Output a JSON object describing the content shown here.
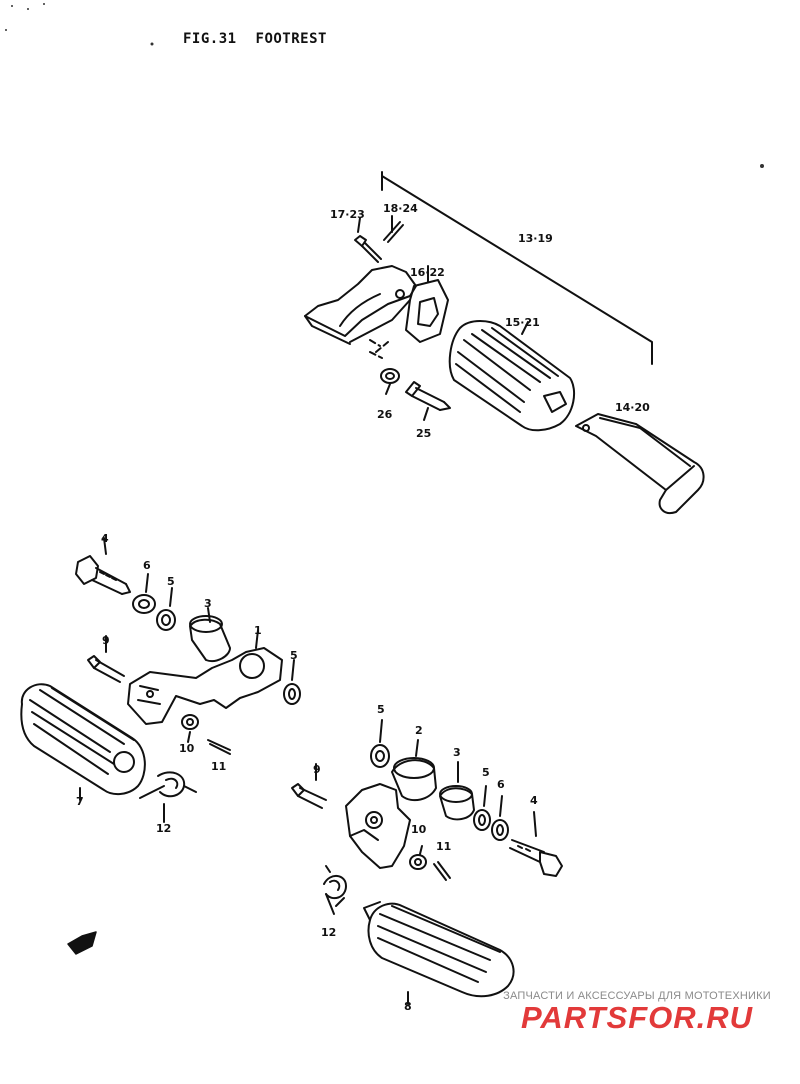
{
  "header": {
    "fig_label": "FIG.31",
    "fig_title": "FOOTREST"
  },
  "callouts": {
    "p1": "1",
    "p2": "2",
    "p3a": "3",
    "p3b": "3",
    "p4a": "4",
    "p4b": "4",
    "p5a": "5",
    "p5b": "5",
    "p5c": "5",
    "p5d": "5",
    "p6a": "6",
    "p6b": "6",
    "p7": "7",
    "p8": "8",
    "p9a": "9",
    "p9b": "9",
    "p10a": "10",
    "p10b": "10",
    "p11a": "11",
    "p11b": "11",
    "p12a": "12",
    "p12b": "12",
    "p13_19": "13·19",
    "p14_20": "14·20",
    "p15_21": "15·21",
    "p16_22": "16·22",
    "p17_23": "17·23",
    "p18_24": "18·24",
    "p25": "25",
    "p26": "26"
  },
  "watermark": {
    "line1": "ЗАПЧАСТИ И АКСЕССУАРЫ ДЛЯ МОТОТЕХНИКИ",
    "line2": "PARTSFOR.RU"
  },
  "colors": {
    "ink": "#111111",
    "brand_red": "#e23a3a",
    "watermark_gray": "#8a8a8a"
  }
}
